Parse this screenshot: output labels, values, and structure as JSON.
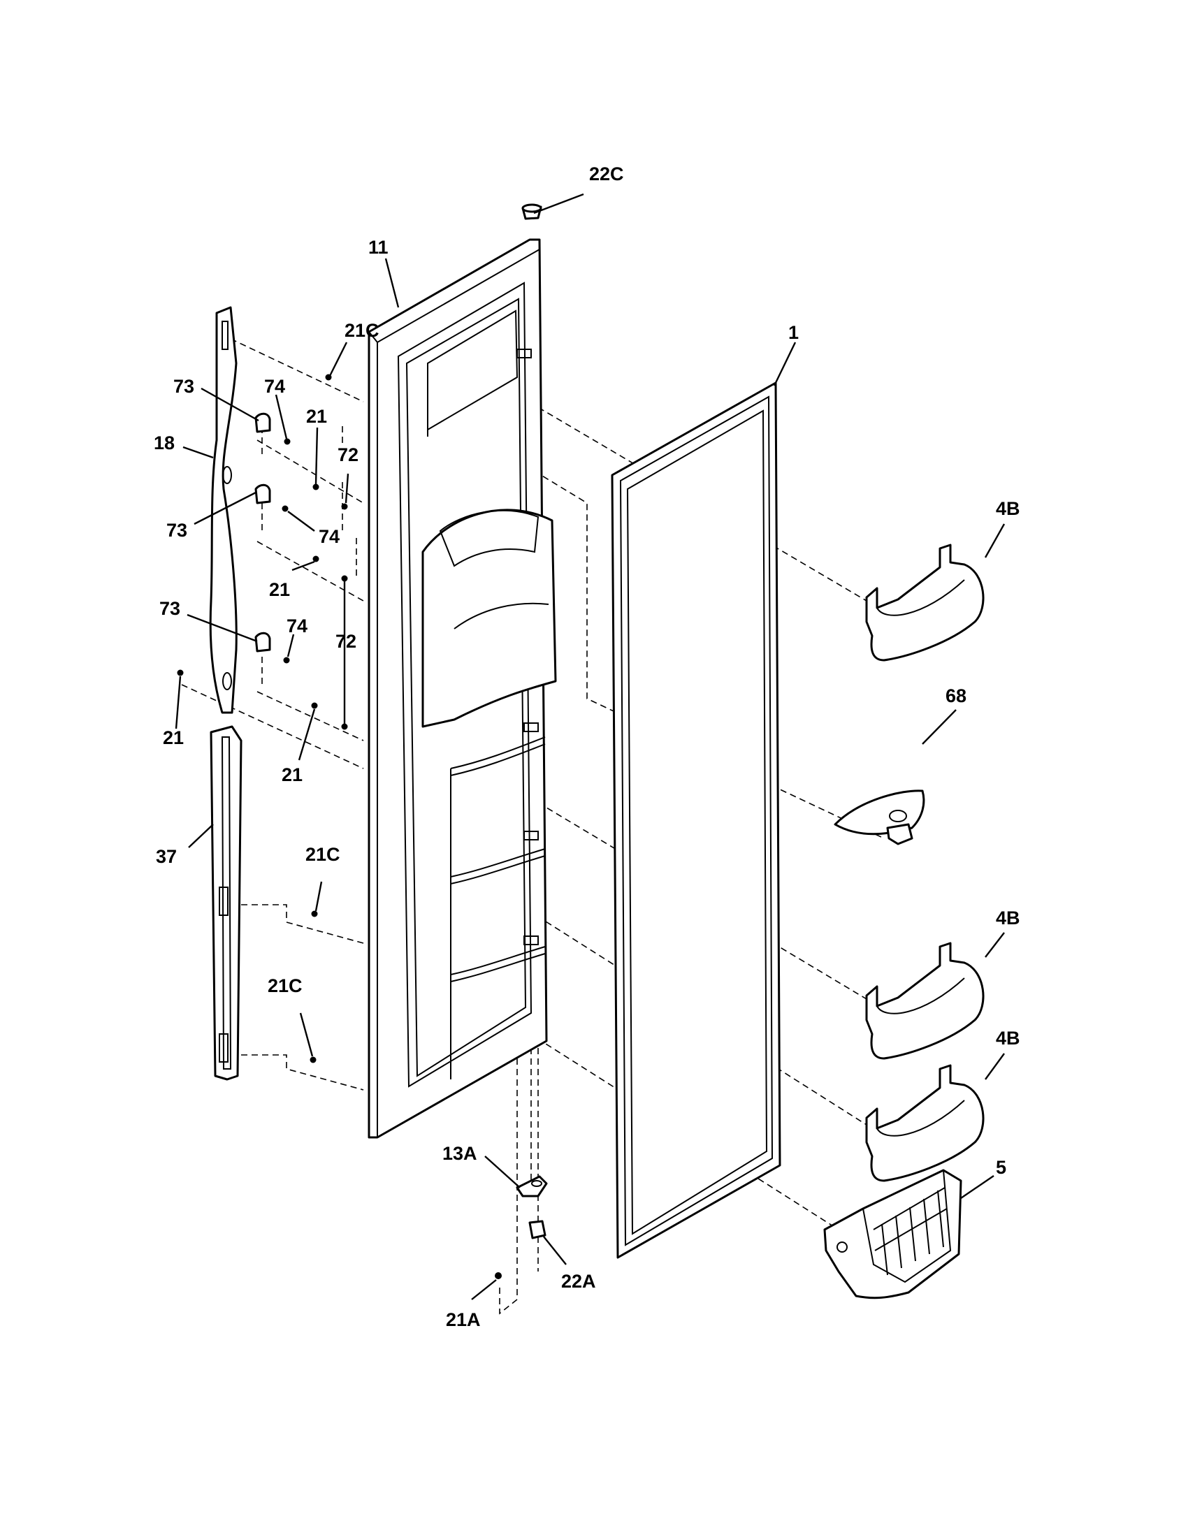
{
  "callouts": {
    "p22C": "22C",
    "p11": "11",
    "p1": "1",
    "p21C_top": "21C",
    "p73_a": "73",
    "p74_a": "74",
    "p21_a": "21",
    "p72_a": "72",
    "p18": "18",
    "p73_b": "73",
    "p74_b": "74",
    "p21_b": "21",
    "p73_c": "73",
    "p74_c": "74",
    "p72_b": "72",
    "p21_c": "21",
    "p21_d": "21",
    "p37": "37",
    "p21C_mid": "21C",
    "p21C_low": "21C",
    "p4B_a": "4B",
    "p68": "68",
    "p4B_b": "4B",
    "p4B_c": "4B",
    "p5": "5",
    "p13A": "13A",
    "p22A": "22A",
    "p21A": "21A"
  }
}
